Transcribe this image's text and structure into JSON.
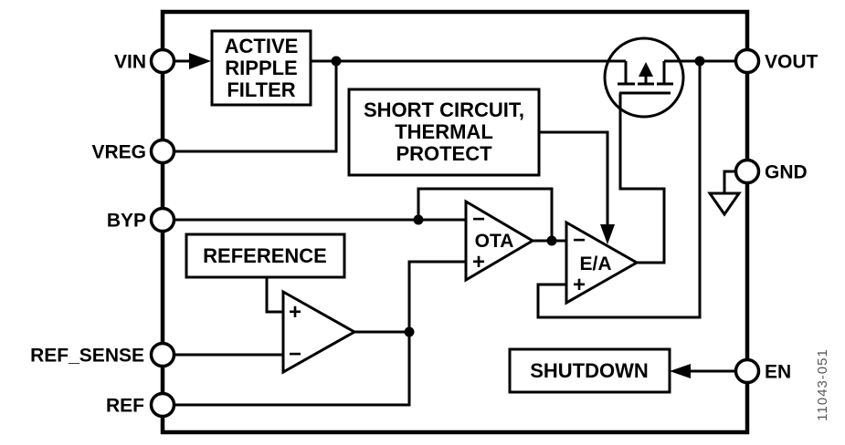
{
  "figure": {
    "code": "11043-051"
  },
  "colors": {
    "ink": "#000000",
    "fig_code": "#595959",
    "background": "#ffffff"
  },
  "pins": {
    "vin": {
      "label": "VIN"
    },
    "vreg": {
      "label": "VREG"
    },
    "byp": {
      "label": "BYP"
    },
    "ref_sense": {
      "label": "REF_SENSE"
    },
    "ref": {
      "label": "REF"
    },
    "vout": {
      "label": "VOUT"
    },
    "gnd": {
      "label": "GND"
    },
    "en": {
      "label": "EN"
    }
  },
  "blocks": {
    "arf": {
      "lines": [
        "ACTIVE",
        "RIPPLE",
        "FILTER"
      ]
    },
    "protect": {
      "lines": [
        "SHORT CIRCUIT,",
        "THERMAL",
        "PROTECT"
      ]
    },
    "reference": {
      "label": "REFERENCE"
    },
    "shutdown": {
      "label": "SHUTDOWN"
    }
  },
  "amps": {
    "ota": {
      "label": "OTA",
      "minus": "−",
      "plus": "+"
    },
    "ea": {
      "label": "E/A",
      "minus": "−",
      "plus": "+"
    },
    "buffer": {
      "plus": "+",
      "minus": "−"
    }
  }
}
